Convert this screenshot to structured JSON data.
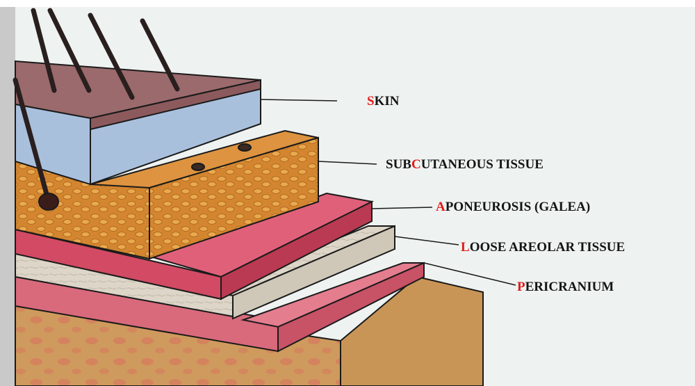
{
  "labels": {
    "skin": {
      "initial": "S",
      "rest": "KIN"
    },
    "subcutaneous": {
      "before": "SUB",
      "initial": "C",
      "rest": "UTANEOUS TISSUE"
    },
    "aponeurosis": {
      "initial": "A",
      "rest": "PONEUROSIS (GALEA)"
    },
    "loose_areolar": {
      "initial": "L",
      "rest": "OOSE AREOLAR TISSUE"
    },
    "pericranium": {
      "initial": "P",
      "rest": "ERICRANIUM"
    }
  },
  "colors": {
    "background": "#eef2f1",
    "frame": "#c9c9c9",
    "label_text": "#141414",
    "label_initial": "#e01b1b",
    "skin": "#9b6a6c",
    "dermis": "#a9c0dd",
    "subcutaneous": "#d3862f",
    "aponeurosis": "#d24a63",
    "loose_areolar": "#ddd6c8",
    "pericranium": "#d86a7c",
    "bone": "#cf9a5d"
  }
}
